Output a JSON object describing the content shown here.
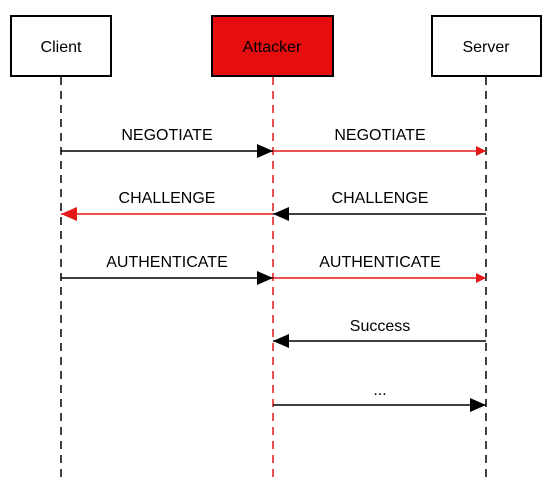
{
  "colors": {
    "black": "#000000",
    "red": "#e51616",
    "attacker_fill": "#e50d0d",
    "box_fill": "#ffffff"
  },
  "participants": {
    "client": {
      "label": "Client"
    },
    "attacker": {
      "label": "Attacker"
    },
    "server": {
      "label": "Server"
    }
  },
  "messages": [
    {
      "label": "NEGOTIATE",
      "from": "client",
      "to": "attacker",
      "color": "black"
    },
    {
      "label": "NEGOTIATE",
      "from": "attacker",
      "to": "server",
      "color": "red"
    },
    {
      "label": "CHALLENGE",
      "from": "attacker",
      "to": "client",
      "color": "red"
    },
    {
      "label": "CHALLENGE",
      "from": "server",
      "to": "attacker",
      "color": "black"
    },
    {
      "label": "AUTHENTICATE",
      "from": "client",
      "to": "attacker",
      "color": "black"
    },
    {
      "label": "AUTHENTICATE",
      "from": "attacker",
      "to": "server",
      "color": "red"
    },
    {
      "label": "Success",
      "from": "server",
      "to": "attacker",
      "color": "black"
    },
    {
      "label": "...",
      "from": "attacker",
      "to": "server",
      "color": "black"
    }
  ]
}
